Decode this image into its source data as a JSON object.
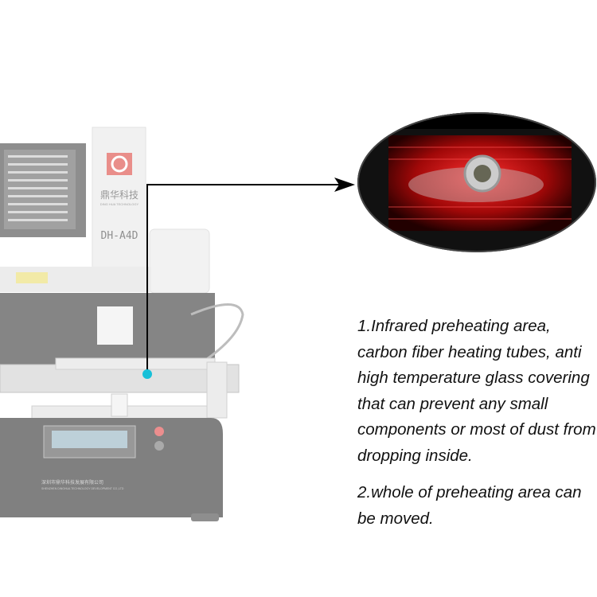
{
  "machine": {
    "brand_cn": "鼎华科技",
    "brand_en": "DING HUA TECHNOLOGY",
    "model": "DH-A4D",
    "company_cn": "深圳市鼎华科技发展有限公司",
    "company_en": "SHENZHEN DINGHUA TECHNOLOGY DEVELOPMENT CO.,LTD",
    "brand_color": "#d8332b",
    "accent_dot_color": "#18c0d8"
  },
  "callout": {
    "paragraphs": [
      "1.Infrared preheating area, carbon fiber heating tubes, anti high temperature glass covering that can prevent any small components or most of dust from dropping inside.",
      "2.whole of  preheating area can be moved."
    ]
  }
}
